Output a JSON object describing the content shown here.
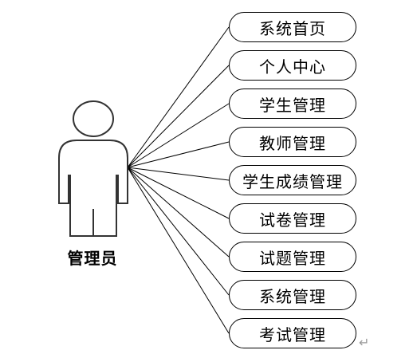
{
  "actor": {
    "label": "管理员",
    "icon": "person-outline-icon",
    "stroke_color": "#333333"
  },
  "use_cases": [
    {
      "label": "系统首页"
    },
    {
      "label": "个人中心"
    },
    {
      "label": "学生管理"
    },
    {
      "label": "教师管理"
    },
    {
      "label": "学生成绩管理"
    },
    {
      "label": "试卷管理"
    },
    {
      "label": "试题管理"
    },
    {
      "label": "系统管理"
    },
    {
      "label": "考试管理"
    }
  ],
  "paragraph_mark": "↵",
  "colors": {
    "line": "#000000",
    "border": "#000000",
    "text": "#000000",
    "paragraph_mark": "#9a9a9a"
  }
}
